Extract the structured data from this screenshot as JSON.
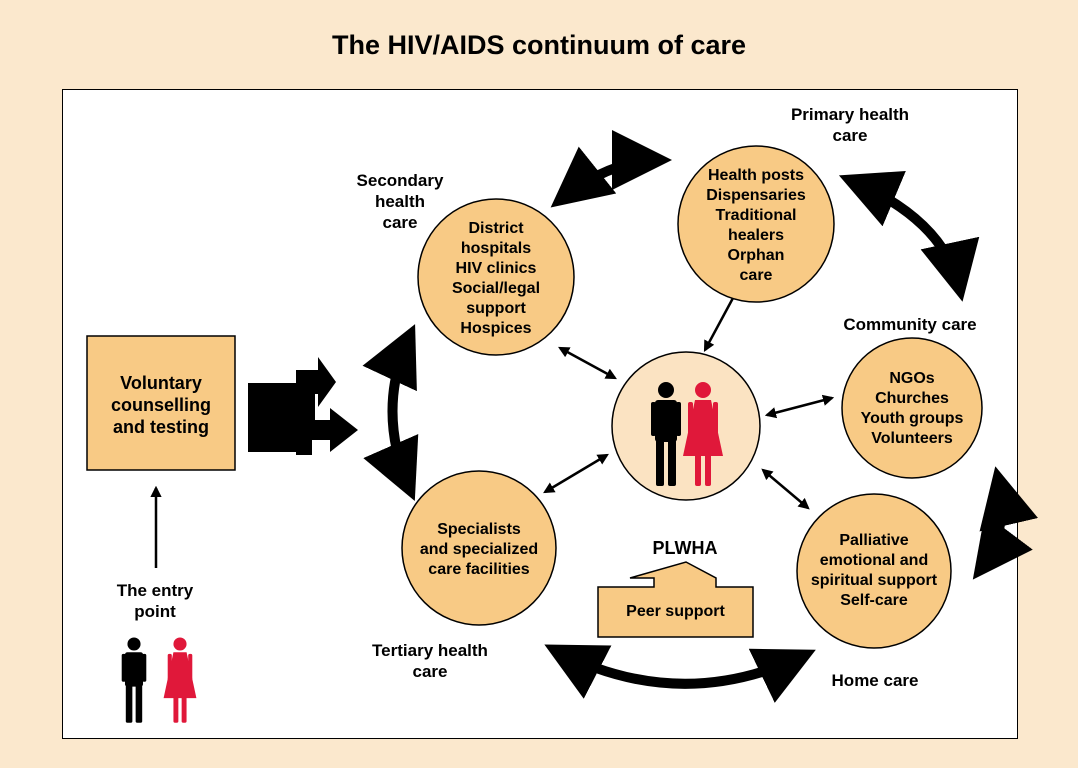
{
  "title": "The HIV/AIDS continuum of care",
  "colors": {
    "background": "#fbe8cd",
    "node_fill": "#f8ca85",
    "center_fill": "#fbe3c2",
    "man": "#000000",
    "woman": "#e0183a"
  },
  "entry": {
    "box_text": "Voluntary\ncounselling\nand testing",
    "label": "The entry\npoint"
  },
  "levels": {
    "primary": "Primary health\ncare",
    "secondary": "Secondary\nhealth\ncare",
    "tertiary": "Tertiary health\ncare",
    "community": "Community care",
    "home": "Home care"
  },
  "nodes": {
    "secondary": "District\nhospitals\nHIV clinics\nSocial/legal\nsupport\nHospices",
    "primary": "Health posts\nDispensaries\nTraditional\nhealers\nOrphan\ncare",
    "community": "NGOs\nChurches\nYouth groups\nVolunteers",
    "tertiary": "Specialists\nand specialized\ncare facilities",
    "home": "Palliative\nemotional and\nspiritual support\nSelf-care"
  },
  "center": {
    "label": "PLWHA",
    "peer_support": "Peer support",
    "icons": [
      "man-icon",
      "woman-icon"
    ]
  }
}
